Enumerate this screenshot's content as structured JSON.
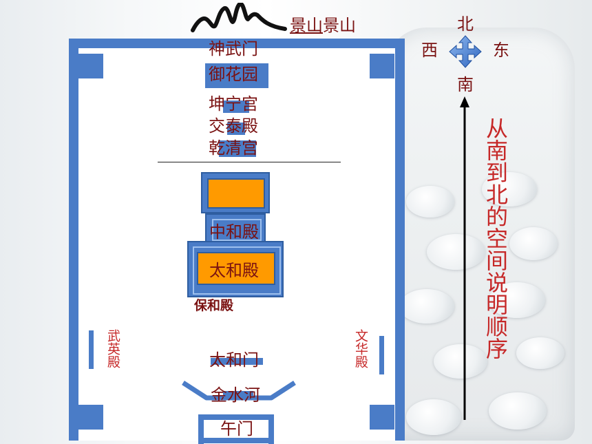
{
  "jingshan": {
    "label_underlined": "景山",
    "label_plain": "景山"
  },
  "compass": {
    "north": "北",
    "south": "南",
    "west": "西",
    "east": "东"
  },
  "buildings": {
    "shenwumen": "神武门",
    "yuhuayuan": "御花园",
    "kunninggong": "坤宁宫",
    "jiaotaidian": "交泰殿",
    "qianqinggong": "乾清宫",
    "zhonghedian": "中和殿",
    "taihedian": "太和殿",
    "baohedian": "保和殿",
    "wuyingdian": "武英殿",
    "wenhuadian": "文华殿",
    "taihemen": "太和门",
    "jinshuihe": "金水河",
    "wumen": "午门"
  },
  "vertical_caption": "从南到北的空间说明顺序",
  "colors": {
    "wall_blue": "#4a7cc7",
    "hall_orange": "#ff9a00",
    "label_dark_red": "#7a1212",
    "label_red": "#c62828"
  }
}
